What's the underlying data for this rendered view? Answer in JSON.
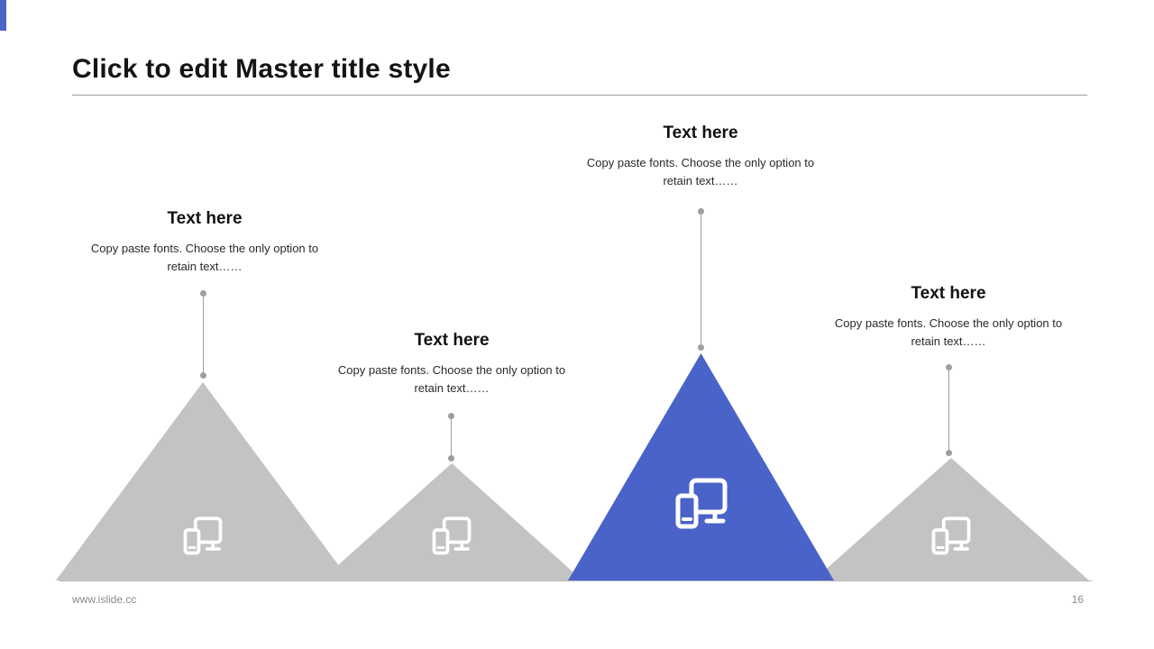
{
  "slide": {
    "title": "Click to edit Master title style",
    "footer": {
      "website": "www.islide.cc",
      "page_number": "16"
    }
  },
  "colors": {
    "accent_blue": "#4a63c8",
    "shape_gray": "#c3c3c3",
    "connector_gray": "#9e9e9e"
  },
  "items": [
    {
      "title": "Text here",
      "body": [
        "Copy paste fonts. Choose the only option to",
        "retain text……"
      ],
      "icon": "responsive-devices-icon",
      "highlighted": false
    },
    {
      "title": "Text here",
      "body": [
        "Copy paste fonts. Choose the only option to",
        "retain text……"
      ],
      "icon": "responsive-devices-icon",
      "highlighted": false
    },
    {
      "title": "Text here",
      "body": [
        "Copy paste fonts. Choose the only option to",
        "retain text……"
      ],
      "icon": "responsive-devices-icon",
      "highlighted": true
    },
    {
      "title": "Text here",
      "body": [
        "Copy paste fonts. Choose the only option to",
        "retain text……"
      ],
      "icon": "responsive-devices-icon",
      "highlighted": false
    }
  ]
}
